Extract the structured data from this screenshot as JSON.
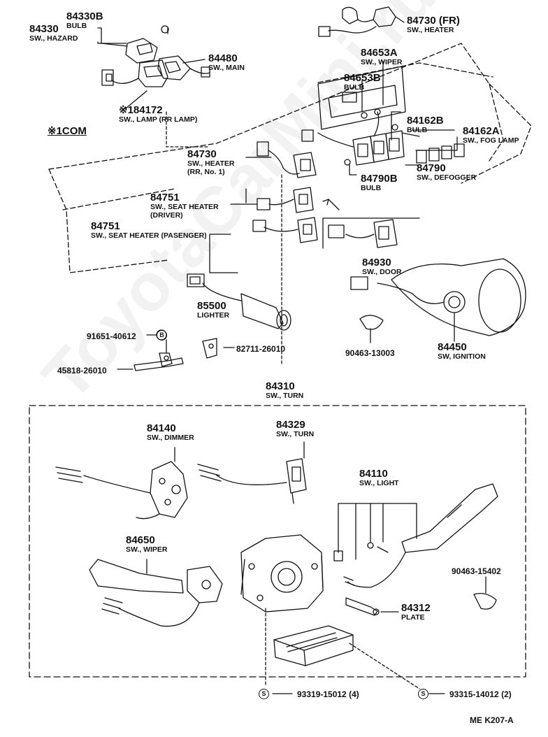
{
  "watermark": "ToyotaCarMini.ru",
  "callouts": {
    "c84330": {
      "num": "84330",
      "name": "SW., HAZARD"
    },
    "c84330b": {
      "num": "84330B",
      "name": "BULB"
    },
    "c84480": {
      "num": "84480",
      "name": "SW., MAIN"
    },
    "c84172": {
      "num": "※184172",
      "name": "SW., LAMP (RR LAMP)"
    },
    "com": {
      "num": "※1COM"
    },
    "c84730fr": {
      "num": "84730 (FR)",
      "name": "SW., HEATER"
    },
    "c84653a": {
      "num": "84653A",
      "name": "SW., WIPER"
    },
    "c84653b": {
      "num": "84653B",
      "name": "BULB"
    },
    "c84162b": {
      "num": "84162B",
      "name": "BULB"
    },
    "c84162a": {
      "num": "84162A",
      "name": "SW., FOG LAMP"
    },
    "c84790": {
      "num": "84790",
      "name": "SW., DEFOGGER"
    },
    "c84790b": {
      "num": "84790B",
      "name": "BULB"
    },
    "c84730rr": {
      "num": "84730",
      "name": "SW., HEATER",
      "name2": "(RR, No. 1)"
    },
    "c84751d": {
      "num": "84751",
      "name": "SW., SEAT HEATER",
      "name2": "(DRIVER)"
    },
    "c84751p": {
      "num": "84751",
      "name": "SW., SEAT HEATER (PASENGER)"
    },
    "c84930": {
      "num": "84930",
      "name": "SW., DOOR"
    },
    "c85500": {
      "num": "85500",
      "name": "LIGHTER"
    },
    "c84450": {
      "num": "84450",
      "name": "SW, IGNITION"
    },
    "c91651": {
      "num": "91651-40612",
      "marker": "B"
    },
    "c82711": {
      "num": "82711-26010"
    },
    "c45818": {
      "num": "45818-26010"
    },
    "c90463a": {
      "num": "90463-13003"
    },
    "c84310": {
      "num": "84310",
      "name": "SW., TURN"
    },
    "c84140": {
      "num": "84140",
      "name": "SW., DIMMER"
    },
    "c84329": {
      "num": "84329",
      "name": "SW., TURN"
    },
    "c84110": {
      "num": "84110",
      "name": "SW., LIGHT"
    },
    "c84650": {
      "num": "84650",
      "name": "SW., WIPER"
    },
    "c90463b": {
      "num": "90463-15402"
    },
    "c84312": {
      "num": "84312",
      "name": "PLATE"
    },
    "c93319": {
      "num": "93319-15012 (4)",
      "marker": "S"
    },
    "c93315": {
      "num": "93315-14012 (2)",
      "marker": "S"
    }
  },
  "footer": "ME  K207-A"
}
